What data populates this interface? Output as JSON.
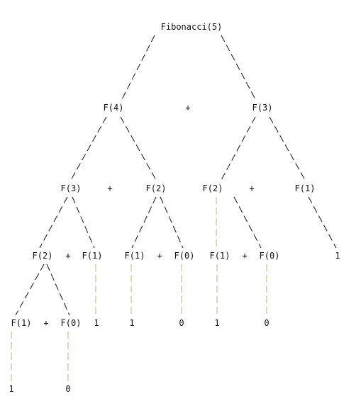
{
  "diagram": {
    "root": "Fibonacci(5)",
    "level1": {
      "left": "F(4)",
      "op": "+",
      "right": "F(3)"
    },
    "level2": {
      "a": "F(3)",
      "op1": "+",
      "b": "F(2)",
      "c": "F(2)",
      "op2": "+",
      "d": "F(1)"
    },
    "level3": {
      "a": "F(2)",
      "op1": "+",
      "b": "F(1)",
      "c": "F(1)",
      "op2": "+",
      "d": "F(0)",
      "e": "F(1)",
      "op3": "+",
      "f": "F(0)",
      "g": "1"
    },
    "level4": {
      "a": "F(1)",
      "op1": "+",
      "b": "F(0)",
      "c": "1",
      "d": "1",
      "e": "0",
      "f": "1",
      "g": "0"
    },
    "level5": {
      "a": "1",
      "b": "0"
    },
    "colors": {
      "text": "#111111",
      "branch": "#111111",
      "leaf_stem": "#b8b37e"
    }
  }
}
